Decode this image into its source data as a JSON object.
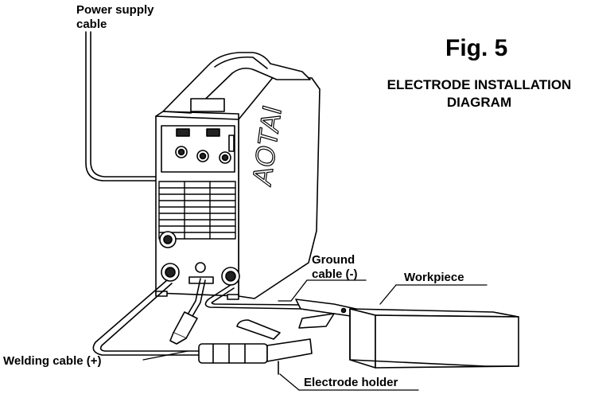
{
  "figure": {
    "number": "Fig. 5",
    "title_line1": "ELECTRODE INSTALLATION",
    "title_line2": "DIAGRAM"
  },
  "labels": {
    "power_supply_line1": "Power supply",
    "power_supply_line2": "cable",
    "ground_line1": "Ground",
    "ground_line2": "cable (-)",
    "workpiece": "Workpiece",
    "welding_cable": "Welding cable (+)",
    "electrode_holder": "Electrode holder"
  },
  "machine": {
    "brand": "AOTAI"
  },
  "colors": {
    "line": "#000000",
    "background": "#ffffff",
    "panel_dark": "#222222"
  }
}
